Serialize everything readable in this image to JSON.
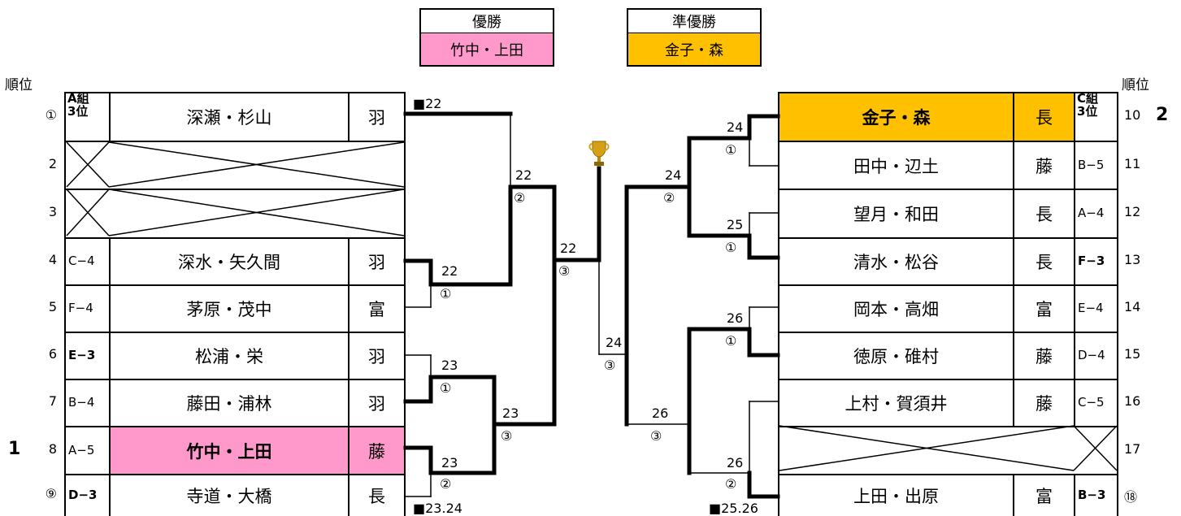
{
  "header": {
    "champion_label": "優勝",
    "champion_name": "竹中・上田",
    "runner_label": "準優勝",
    "runner_name": "金子・森",
    "rank_label_left": "順位",
    "rank_label_right": "順位"
  },
  "colors": {
    "champion": "#ff99cc",
    "runner_up": "#ffc000"
  },
  "left_entries": [
    {
      "seed": "①",
      "group": [
        "A組",
        "3位"
      ],
      "name": "深瀬・杉山",
      "school": "羽"
    },
    {
      "seed": "2",
      "bye": true
    },
    {
      "seed": "3",
      "bye": true
    },
    {
      "seed": "4",
      "code": "C−4",
      "name": "深水・矢久間",
      "school": "羽"
    },
    {
      "seed": "5",
      "code": "F−4",
      "name": "茅原・茂中",
      "school": "富"
    },
    {
      "seed": "6",
      "code": "E−3",
      "name": "松浦・栄",
      "school": "羽"
    },
    {
      "seed": "7",
      "code": "B−4",
      "name": "藤田・浦林",
      "school": "羽"
    },
    {
      "seed": "8",
      "code": "A−5",
      "name": "竹中・上田",
      "school": "藤",
      "rank": "1"
    },
    {
      "seed": "⑨",
      "code": "D−3",
      "name": "寺道・大橋",
      "school": "長"
    }
  ],
  "right_entries": [
    {
      "seed": "10",
      "group": [
        "C組",
        "3位"
      ],
      "name": "金子・森",
      "school": "長",
      "rank": "2"
    },
    {
      "seed": "11",
      "code": "B−5",
      "name": "田中・辺土",
      "school": "藤"
    },
    {
      "seed": "12",
      "code": "A−4",
      "name": "望月・和田",
      "school": "長"
    },
    {
      "seed": "13",
      "code": "F−3",
      "name": "清水・松谷",
      "school": "長"
    },
    {
      "seed": "14",
      "code": "E−4",
      "name": "岡本・高畑",
      "school": "富"
    },
    {
      "seed": "15",
      "code": "D−4",
      "name": "徳原・碓村",
      "school": "藤"
    },
    {
      "seed": "16",
      "code": "C−5",
      "name": "上村・賀須井",
      "school": "藤"
    },
    {
      "seed": "17",
      "bye": true
    },
    {
      "seed": "⑱",
      "code": "B−3",
      "name": "上田・出原",
      "school": "富"
    }
  ],
  "bracket": {
    "left": {
      "m_r1_top": {
        "date": "22",
        "court": "①"
      },
      "m_r1_bot": {
        "date": "23",
        "court": "①"
      },
      "m_r1_last": {
        "date": "23",
        "court": "②"
      },
      "m_r2_top": {
        "date": "22",
        "court": "②"
      },
      "m_r2_bot": {
        "date": "23",
        "court": "③"
      },
      "m_semi": {
        "date": "22",
        "court": "③"
      },
      "bye_note_top": "■22",
      "bye_note_bottom": "■23.24"
    },
    "right": {
      "m_r1_a": {
        "date": "24",
        "court": "①"
      },
      "m_r1_b": {
        "date": "25",
        "court": "①"
      },
      "m_r2_top": {
        "date": "24",
        "court": "②"
      },
      "m_r1_c": {
        "date": "26",
        "court": "①"
      },
      "m_r1_d": {
        "date": "26",
        "court": "②"
      },
      "m_semi": {
        "date": "26",
        "court": "③"
      },
      "bye_note_bottom": "■25.26"
    },
    "final": {
      "date": "24",
      "court": "③"
    },
    "trophy_icon": "trophy-icon"
  }
}
